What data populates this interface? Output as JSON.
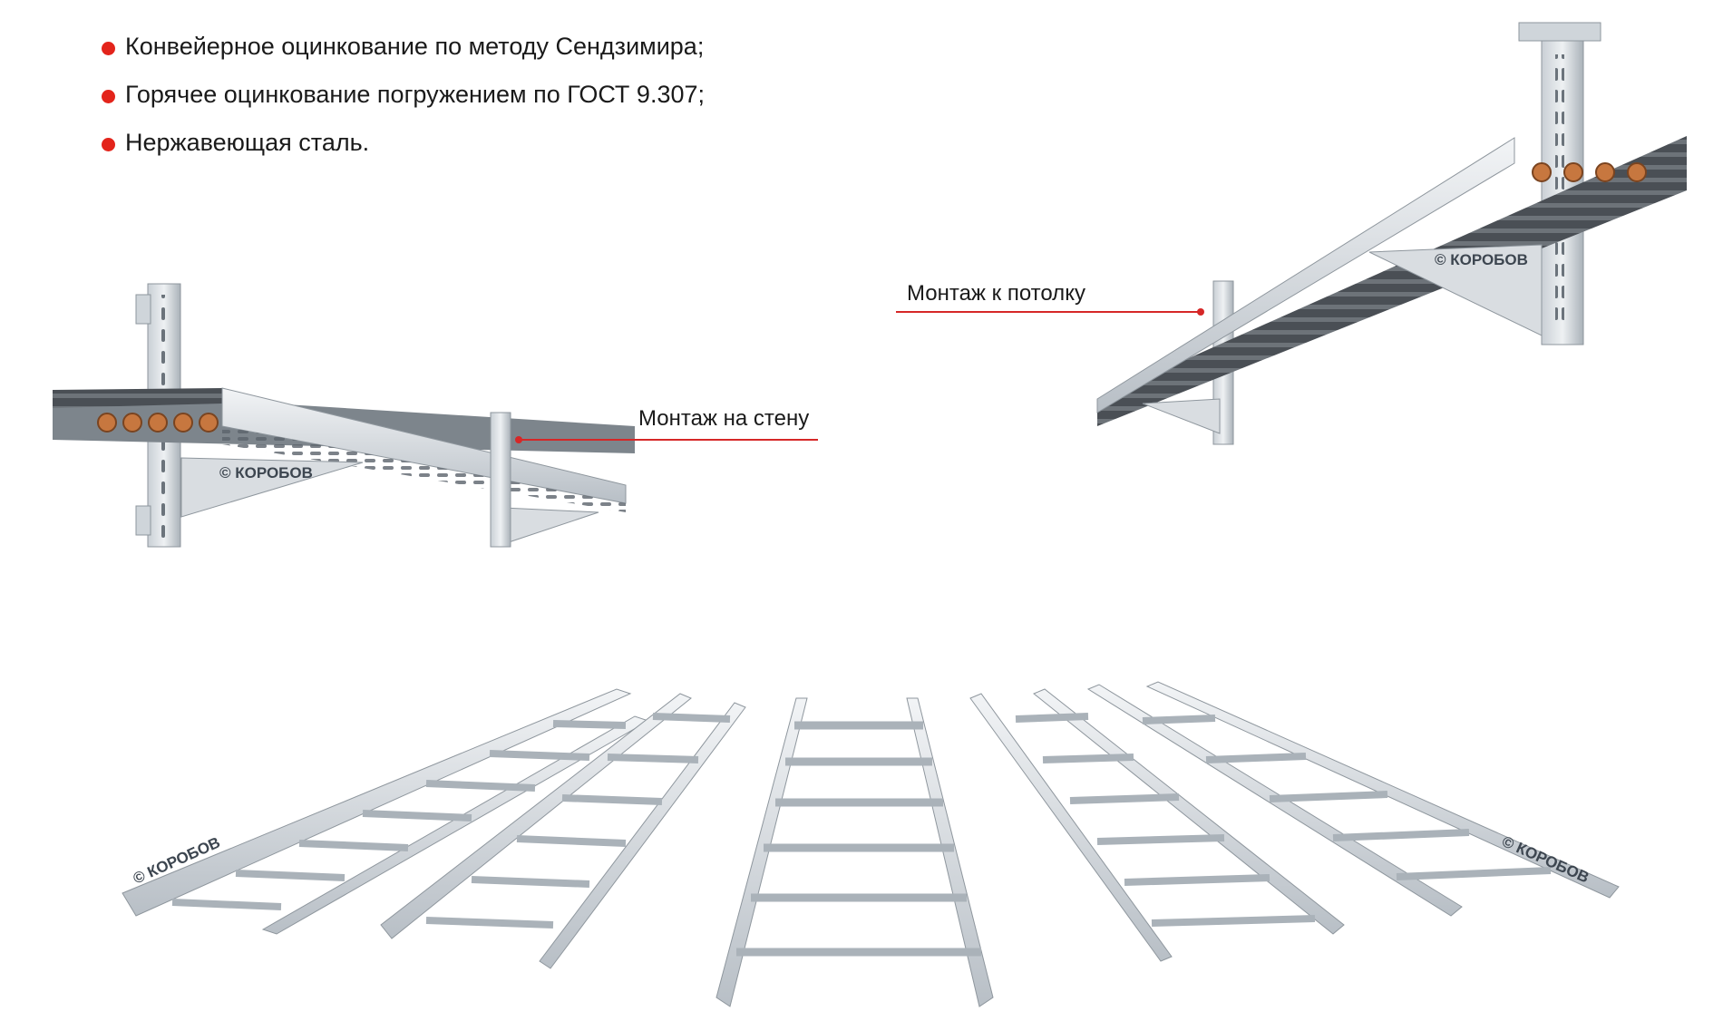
{
  "bullets": [
    {
      "text": "Конвейерное оцинкование по методу Сендзимира;"
    },
    {
      "text": "Горячее оцинкование погружением по ГОСТ 9.307;"
    },
    {
      "text": "Нержавеющая сталь."
    }
  ],
  "callouts": {
    "wall": "Монтаж на стену",
    "ceiling": "Монтаж к потолку"
  },
  "watermark": "© КОРОБОВ",
  "colors": {
    "accent": "#e3241b",
    "leader": "#d62727",
    "steel_light": "#e4e8ec",
    "steel_dark": "#9aa3ab",
    "cable_copper": "#c7773f"
  }
}
